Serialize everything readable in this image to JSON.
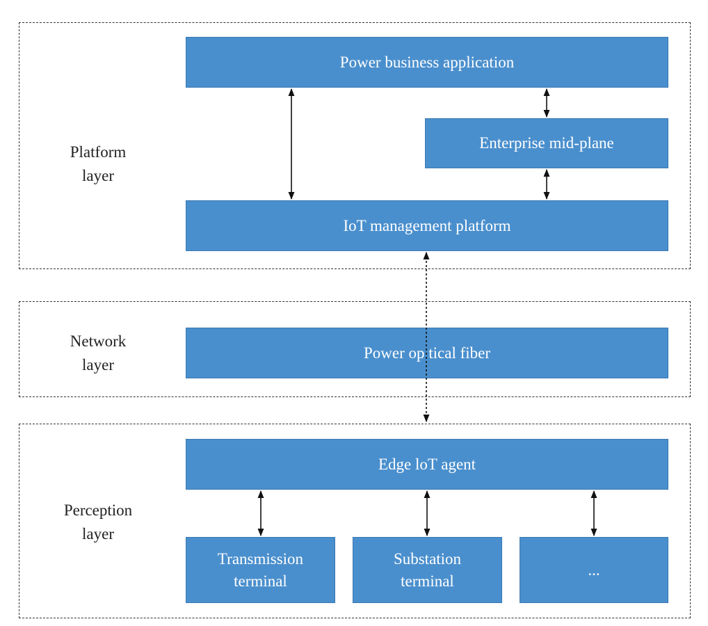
{
  "layers": {
    "platform": {
      "label_line1": "Platform",
      "label_line2": "layer"
    },
    "network": {
      "label_line1": "Network",
      "label_line2": "layer"
    },
    "perception": {
      "label_line1": "Perception",
      "label_line2": "layer"
    }
  },
  "boxes": {
    "power_business_application": "Power business application",
    "enterprise_mid_plane": "Enterprise mid-plane",
    "iot_management_platform": "IoT management platform",
    "power_optical_fiber": "Power op tical fiber",
    "edge_iot_agent": "Edge loT agent",
    "transmission_terminal_line1": "Transmission",
    "transmission_terminal_line2": "terminal",
    "substation_terminal_line1": "Substation",
    "substation_terminal_line2": "terminal",
    "other_terminal": "..."
  },
  "colors": {
    "box_fill": "#4a8fcd",
    "box_text": "#ffffff",
    "frame": "#333333"
  }
}
